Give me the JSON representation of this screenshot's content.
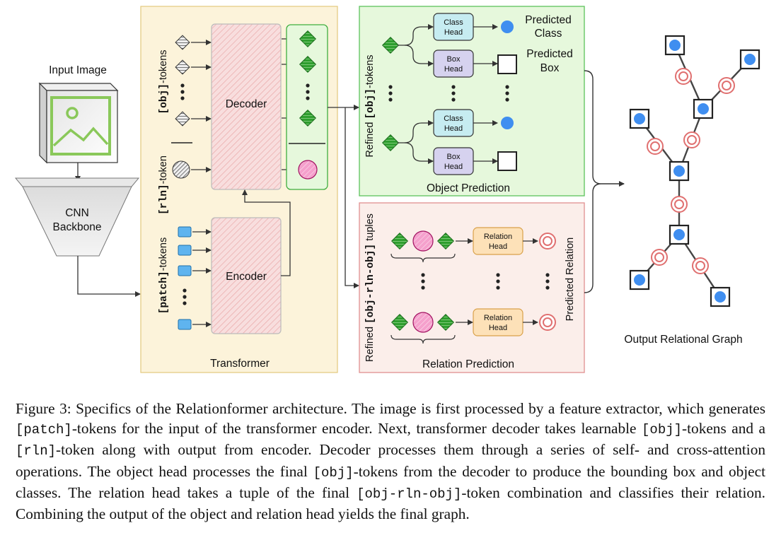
{
  "figure": {
    "input_image": "Input Image",
    "cnn_backbone": [
      "CNN",
      "Backbone"
    ],
    "obj_tokens_label": {
      "code": "[obj]",
      "text": "-tokens"
    },
    "rln_token_label": {
      "code": "[rln]",
      "text": "-token"
    },
    "patch_tokens_label": {
      "code": "[patch]",
      "text": "-tokens"
    },
    "decoder": "Decoder",
    "encoder": "Encoder",
    "transformer": "Transformer",
    "refined_obj_label": {
      "pre": "Refined ",
      "code": "[obj]",
      "text": "-tokens"
    },
    "refined_tuple_label": {
      "pre": "Refined ",
      "code": "[obj-rln-obj]",
      "text": " tuples"
    },
    "class_head": [
      "Class",
      "Head"
    ],
    "box_head": [
      "Box",
      "Head"
    ],
    "relation_head": [
      "Relation",
      "Head"
    ],
    "predicted_class": [
      "Predicted",
      "Class"
    ],
    "predicted_box": [
      "Predicted",
      "Box"
    ],
    "predicted_relation": "Predicted Relation",
    "object_prediction": "Object Prediction",
    "relation_prediction": "Relation Prediction",
    "output_graph": "Output Relational Graph",
    "colors": {
      "transformer_bg": "#fcf3da",
      "object_bg": "#e6f8dc",
      "relation_bg": "#fbeeea",
      "decoder_fill": "#f6cccc",
      "token_green": "#2e9e2e",
      "rln_pink": "#f5a0cc",
      "class_head": "#c6ecf1",
      "box_head": "#d6d2ef",
      "relation_head": "#fde1b8",
      "node_blue": "#3f8ef0",
      "edge_ring": "#e05a5a"
    }
  },
  "caption": [
    {
      "t": "Figure 3: Specifics of the Relationformer architecture.  The image is first processed by a feature extractor, which generates "
    },
    {
      "m": "[patch]"
    },
    {
      "t": "-tokens for the input of the transformer encoder. Next, transformer decoder takes learnable "
    },
    {
      "m": "[obj]"
    },
    {
      "t": "-tokens and a "
    },
    {
      "m": "[rln]"
    },
    {
      "t": "-token along with output from encoder. Decoder processes them through a series of self- and cross-attention operations. The object head processes the final "
    },
    {
      "m": "[obj]"
    },
    {
      "t": "-tokens from the decoder to produce the bounding box and object classes. The relation head takes a tuple of the final "
    },
    {
      "m": "[obj-rln-obj]"
    },
    {
      "t": "-token combination and classifies their relation. Combining the output of the object and relation head yields the final graph."
    }
  ]
}
